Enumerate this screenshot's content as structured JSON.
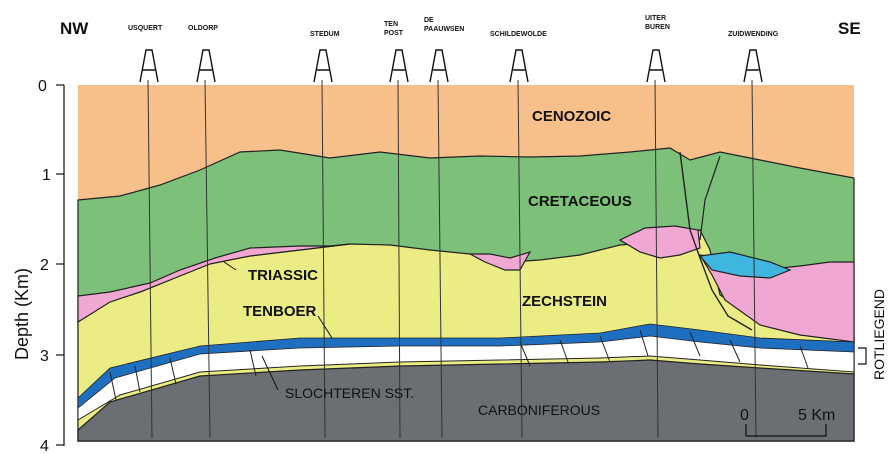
{
  "directions": {
    "left": "NW",
    "right": "SE"
  },
  "wells": [
    {
      "name": "USQUERT"
    },
    {
      "name": "OLDORP"
    },
    {
      "name": "STEDUM"
    },
    {
      "name": "TEN\nPOST"
    },
    {
      "name": "DE\nPAAUWSEN"
    },
    {
      "name": "SCHILDEWOLDE"
    },
    {
      "name": "UITER\nBUREN"
    },
    {
      "name": "ZUIDWENDING"
    }
  ],
  "axis": {
    "label": "Depth (Km)",
    "ticks": [
      "0",
      "1",
      "2",
      "3",
      "4"
    ]
  },
  "units": {
    "cenozoic": "CENOZOIC",
    "cretaceous": "CRETACEOUS",
    "triassic": "TRIASSIC",
    "tenboer": "TENBOER",
    "zechstein": "ZECHSTEIN",
    "slochteren": "SLOCHTEREN SST.",
    "carboniferous": "CARBONIFEROUS",
    "rotliegend": "ROTLIEGEND"
  },
  "scale_bar": {
    "start": "0",
    "end": "5 Km"
  },
  "colors": {
    "cenozoic": "#f7c08a",
    "cretaceous": "#7cc07a",
    "triassic": "#f0a8d2",
    "zechstein": "#ecec84",
    "salt_blue": "#3fb6e0",
    "tenboer_blue": "#1f6fc0",
    "carboniferous": "#6b6e72"
  }
}
